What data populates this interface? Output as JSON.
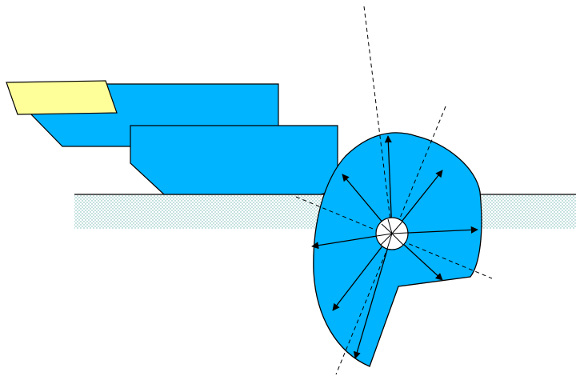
{
  "colors": {
    "background": "#ffffff",
    "hull": "#00b4ff",
    "deck_plate": "#ffff99",
    "outline": "#000000",
    "ground_dots": "#6fb6b0",
    "hub": "#ffffff"
  },
  "components": {
    "upper_hull": "blue-trapezoid",
    "lower_hull": "blue-rounded-hull",
    "deck_plate": "yellow-parallelogram",
    "ground": "dotted-ground-band",
    "rotor": "blue-cam-shape",
    "hub": "white-circle-hub",
    "radial_arrows": 10,
    "dashed_lines": 3
  }
}
